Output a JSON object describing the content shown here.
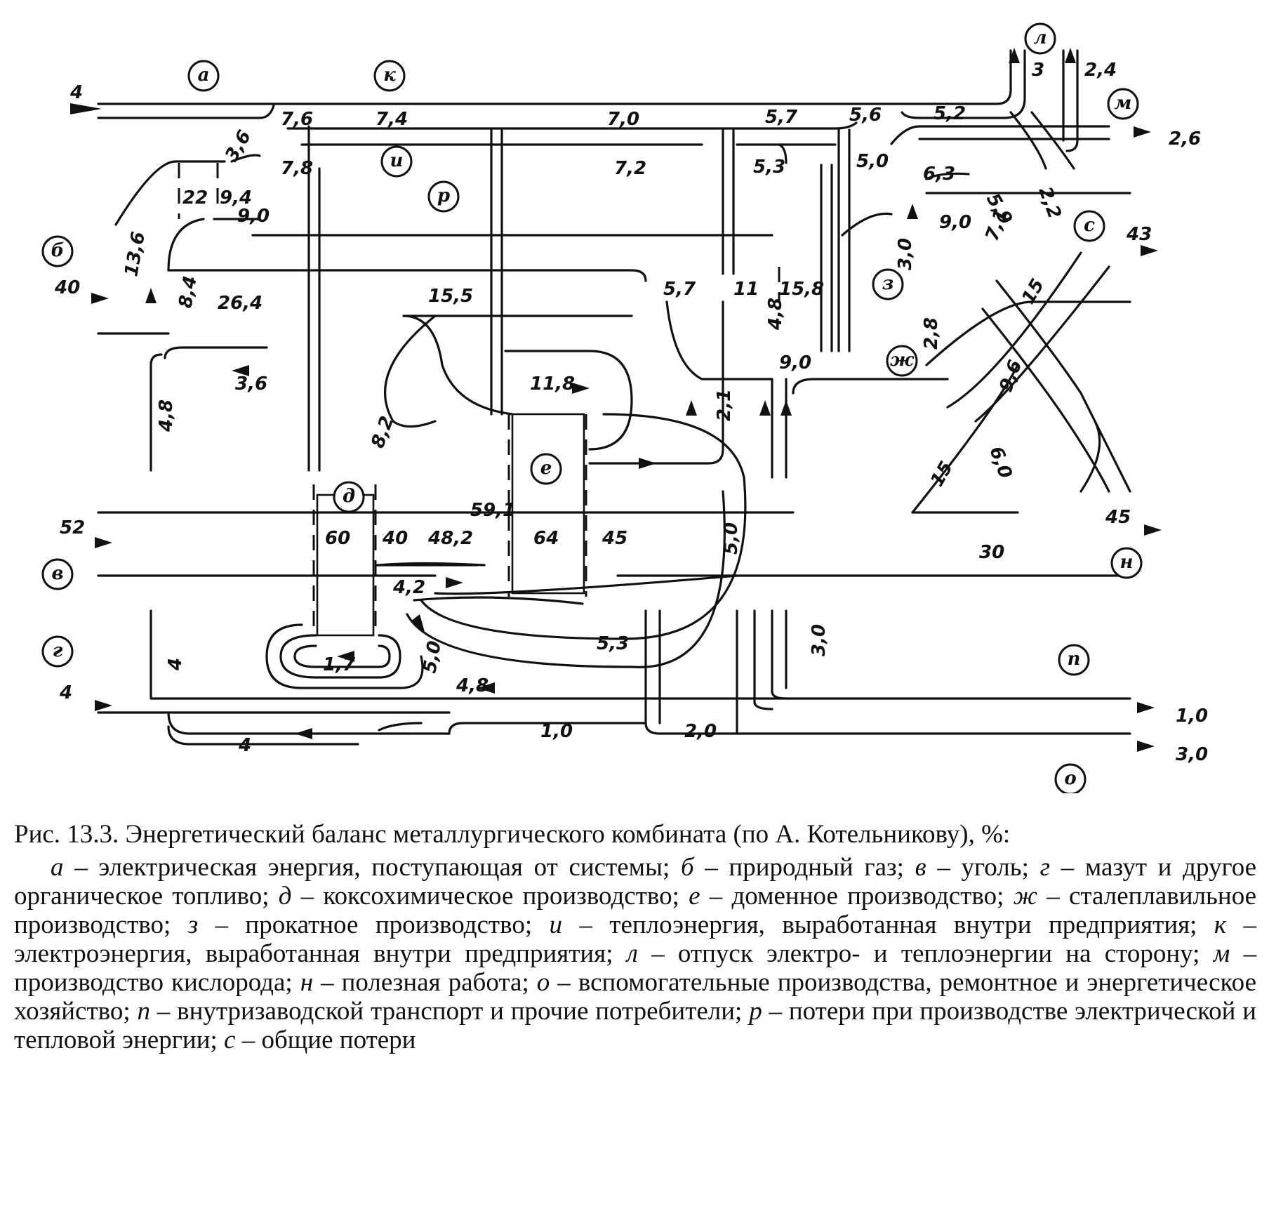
{
  "figure": {
    "node_labels": [
      {
        "id": "a",
        "text": "а"
      },
      {
        "id": "b",
        "text": "б"
      },
      {
        "id": "v",
        "text": "в"
      },
      {
        "id": "g",
        "text": "г"
      },
      {
        "id": "d",
        "text": "д"
      },
      {
        "id": "e",
        "text": "е"
      },
      {
        "id": "zh",
        "text": "ж"
      },
      {
        "id": "z",
        "text": "з"
      },
      {
        "id": "i",
        "text": "и"
      },
      {
        "id": "k",
        "text": "к"
      },
      {
        "id": "l",
        "text": "л"
      },
      {
        "id": "m",
        "text": "м"
      },
      {
        "id": "n",
        "text": "н"
      },
      {
        "id": "o",
        "text": "о"
      },
      {
        "id": "p",
        "text": "п"
      },
      {
        "id": "r",
        "text": "р"
      },
      {
        "id": "s",
        "text": "с"
      }
    ],
    "values": [
      "4",
      "7,6",
      "7,4",
      "7,0",
      "5,7",
      "5,6",
      "5,2",
      "3",
      "2,4",
      "2,6",
      "3,6",
      "7,8",
      "7,2",
      "5,3",
      "5,0",
      "6,3",
      "2,2",
      "22",
      "9,4",
      "9,0",
      "5,9",
      "9,0",
      "7,1",
      "43",
      "3,0",
      "13,6",
      "40",
      "8,4",
      "26,4",
      "15,5",
      "5,7",
      "11",
      "15,8",
      "4,8",
      "2,8",
      "15",
      "9,0",
      "3,6",
      "11,8",
      "9,6",
      "4,8",
      "8,2",
      "2,1",
      "6,0",
      "15",
      "45",
      "59,1",
      "52",
      "60",
      "40",
      "48,2",
      "64",
      "45",
      "5,0",
      "30",
      "4,2",
      "4",
      "1,7",
      "5,0",
      "5,3",
      "3,0",
      "4,8",
      "4",
      "1,0",
      "4",
      "1,0",
      "2,0",
      "3,0"
    ]
  },
  "caption": {
    "title": "Рис. 13.3. Энергетический баланс металлургического комбината (по А. Котельникову), %:",
    "legend": [
      {
        "key": "а",
        "text": "– электрическая энергия, поступающая от системы;"
      },
      {
        "key": "б",
        "text": "– природный газ;"
      },
      {
        "key": "в",
        "text": "– уголь;"
      },
      {
        "key": "г",
        "text": "– мазут и другое органическое топливо;"
      },
      {
        "key": "д",
        "text": "– коксохимическое производство;"
      },
      {
        "key": "е",
        "text": "– доменное производство;"
      },
      {
        "key": "ж",
        "text": "– сталеплавильное производство;"
      },
      {
        "key": "з",
        "text": "– прокатное производство;"
      },
      {
        "key": "и",
        "text": "– теплоэнергия, выработанная внутри предприятия;"
      },
      {
        "key": "к",
        "text": "– электроэнергия, выработанная внутри предприятия;"
      },
      {
        "key": "л",
        "text": "– отпуск электро- и теплоэнергии на сторону;"
      },
      {
        "key": "м",
        "text": "– производство кислорода;"
      },
      {
        "key": "н",
        "text": "– полезная работа;"
      },
      {
        "key": "о",
        "text": "– вспомогательные производства, ремонтное и энергетическое хозяйство;"
      },
      {
        "key": "п",
        "text": "– внутризаводской транспорт и прочие потребители;"
      },
      {
        "key": "р",
        "text": "– потери при производстве электрической и тепловой энергии;"
      },
      {
        "key": "с",
        "text": "– общие потери"
      }
    ]
  }
}
